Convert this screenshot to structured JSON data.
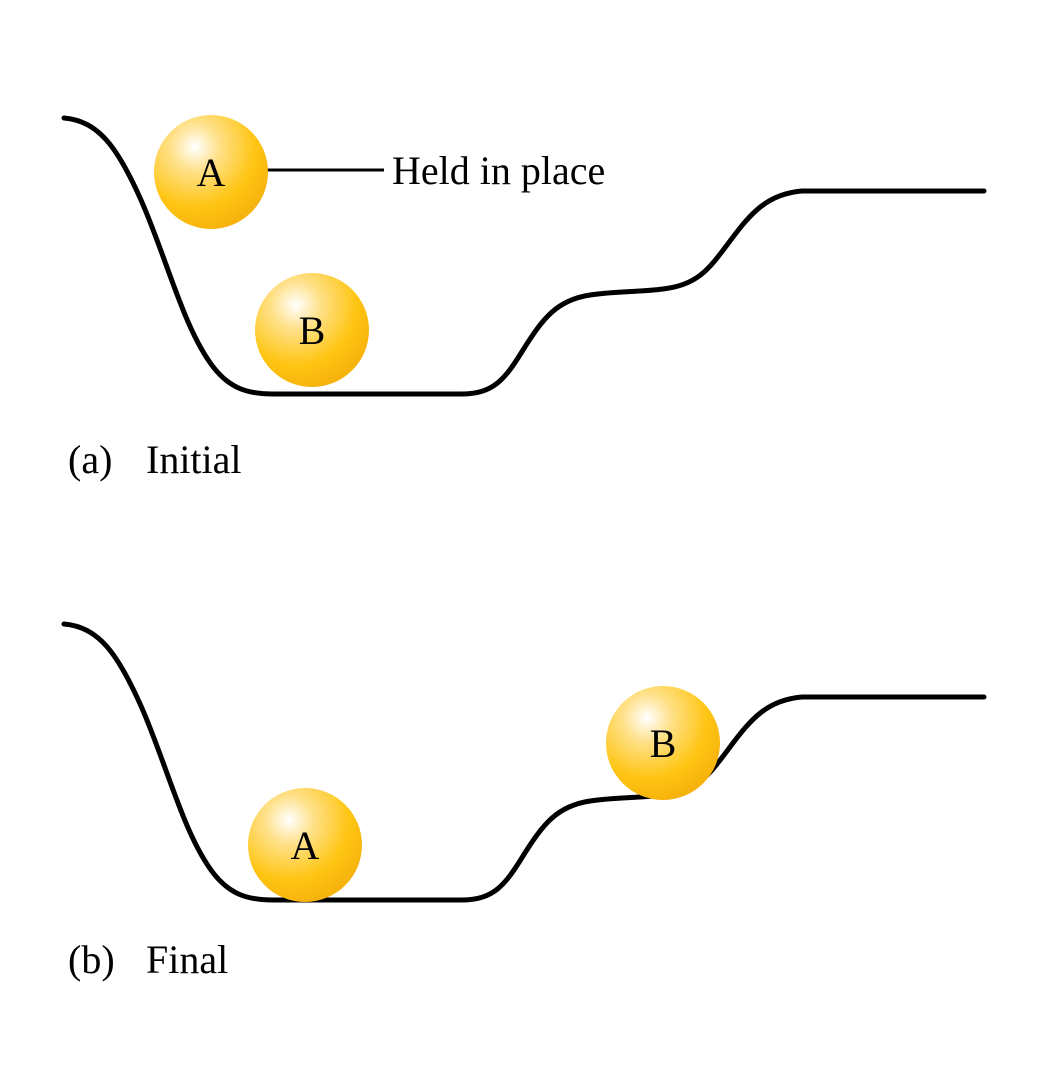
{
  "figure": {
    "panels": [
      {
        "caption": {
          "index": "(a)",
          "text": "Initial"
        },
        "annotation": "Held in place",
        "balls": [
          {
            "label": "A"
          },
          {
            "label": "B"
          }
        ]
      },
      {
        "caption": {
          "index": "(b)",
          "text": "Final"
        },
        "balls": [
          {
            "label": "A"
          },
          {
            "label": "B"
          }
        ]
      }
    ],
    "colors": {
      "curve": "#000000",
      "text": "#000000",
      "ball_highlight": "#ffffff",
      "ball_light": "#ffe18a",
      "ball_main": "#ffc513",
      "ball_edge": "#f3a90a"
    }
  }
}
